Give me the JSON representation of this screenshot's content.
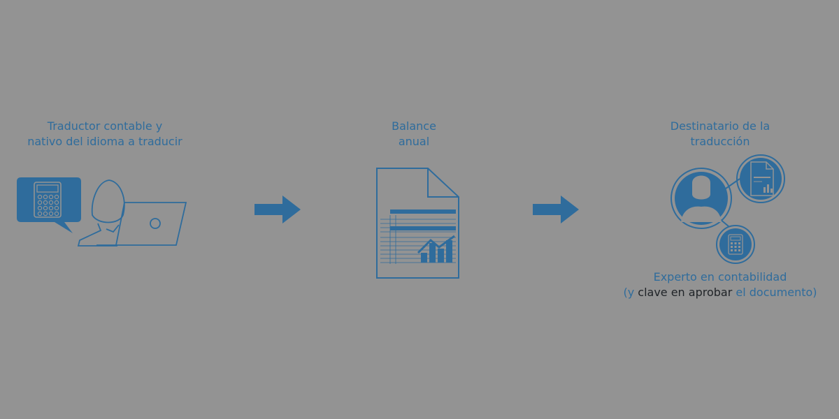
{
  "colors": {
    "background": "#939393",
    "accent": "#2f6c9c",
    "dark_text": "#1f2327"
  },
  "step1": {
    "caption_line1": "Traductor contable y",
    "caption_line2": "nativo del idioma a traducir",
    "icons": [
      "calculator-speech-bubble-icon",
      "person-icon",
      "laptop-icon"
    ]
  },
  "step2": {
    "caption_line1": "Balance",
    "caption_line2": "anual",
    "icons": [
      "balance-sheet-document-icon",
      "bar-chart-icon"
    ]
  },
  "step3": {
    "caption_line1": "Destinatario de la",
    "caption_line2": "traducción",
    "icons": [
      "user-circle-icon",
      "report-document-icon",
      "calculator-icon"
    ],
    "footer_line1": "Experto en contabilidad",
    "footer_open": "(y",
    "footer_highlight": "clave en aprobar",
    "footer_close": "el documento)"
  },
  "arrows": [
    "arrow-right-icon",
    "arrow-right-icon"
  ]
}
